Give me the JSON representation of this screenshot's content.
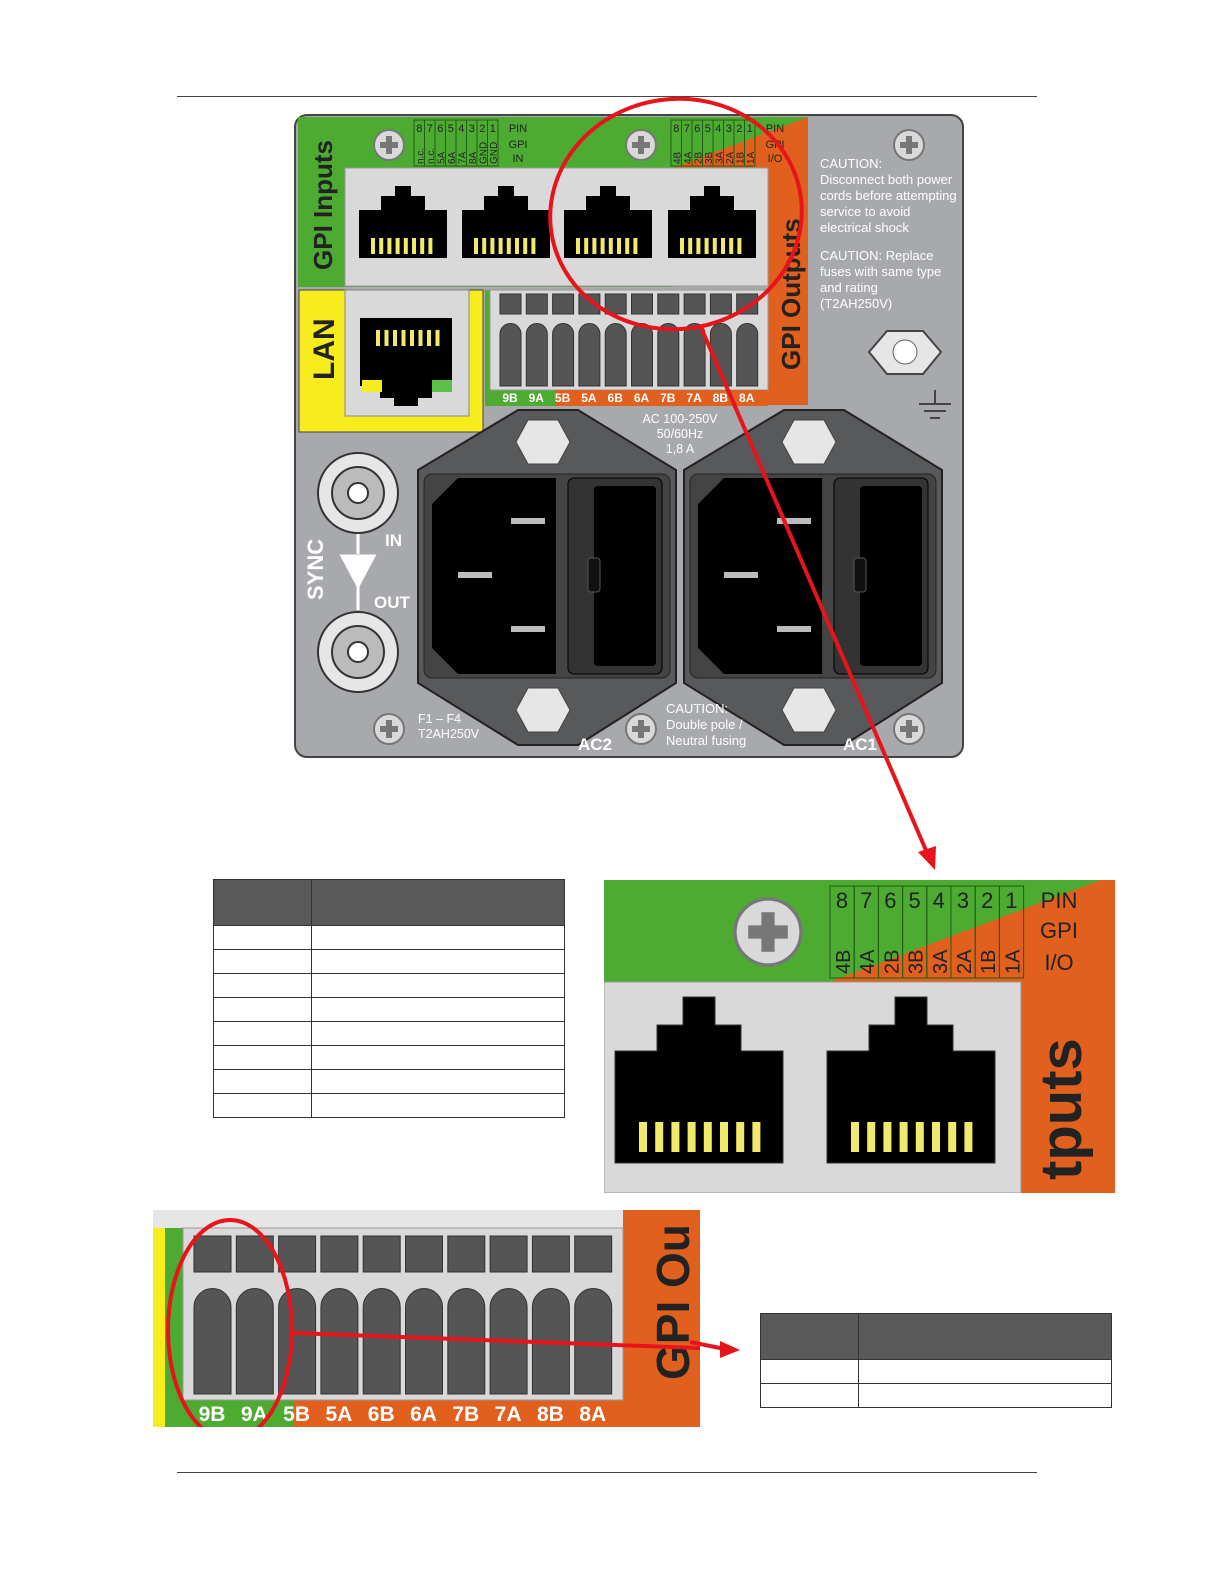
{
  "panel": {
    "gpi_inputs_label": "GPI Inputs",
    "gpi_outputs_label": "GPI Outputs",
    "lan_label": "LAN",
    "sync_label": "SYNC",
    "sync_in": "IN",
    "sync_out": "OUT",
    "pin_numbers": [
      "8",
      "7",
      "6",
      "5",
      "4",
      "3",
      "2",
      "1"
    ],
    "pin_header": "PIN",
    "gpi_in_header": [
      "GPI",
      "IN"
    ],
    "gpi_io_header": [
      "GPI",
      "I/O"
    ],
    "gpi_in_signals": [
      "n.c.",
      "n.c.",
      "5A",
      "6A",
      "7A",
      "8A",
      "GND",
      "GND"
    ],
    "gpi_io_signals": [
      "4B",
      "4A",
      "2B",
      "3B",
      "3A",
      "2A",
      "1B",
      "1A"
    ],
    "terminal_labels": [
      "9B",
      "9A",
      "5B",
      "5A",
      "6B",
      "6A",
      "7B",
      "7A",
      "8B",
      "8A"
    ],
    "caution_power": [
      "CAUTION:",
      "Disconnect both power",
      "cords before attempting",
      "service to avoid",
      "electrical shock"
    ],
    "caution_fuse": [
      "CAUTION: Replace",
      "fuses with same type",
      "and rating",
      "(T2AH250V)"
    ],
    "ac_rating": [
      "AC 100-250V",
      "50/60Hz",
      "1,8 A"
    ],
    "fuse_rating": [
      "F1 – F4",
      "T2AH250V"
    ],
    "caution_pole": [
      "CAUTION:",
      "Double pole /",
      "Neutral fusing"
    ],
    "ac2_label": "AC2",
    "ac1_label": "AC1"
  },
  "zoom_rj45": {
    "pin_numbers": [
      "8",
      "7",
      "6",
      "5",
      "4",
      "3",
      "2",
      "1"
    ],
    "pin_header": "PIN",
    "gpi_io_header": [
      "GPI",
      "I/O"
    ],
    "signals": [
      "4B",
      "4A",
      "2B",
      "3B",
      "3A",
      "2A",
      "1B",
      "1A"
    ],
    "side_label": "tputs"
  },
  "zoom_terminal": {
    "labels": [
      "9B",
      "9A",
      "5B",
      "5A",
      "6B",
      "6A",
      "7B",
      "7A",
      "8B",
      "8A"
    ],
    "side_label": "GPI Ou"
  },
  "colors": {
    "green": "#4dab32",
    "orange": "#e2601d",
    "yellow": "#f7ec1e",
    "panel_grey": "#a7a9ac",
    "highlight_red": "#e8141b"
  }
}
